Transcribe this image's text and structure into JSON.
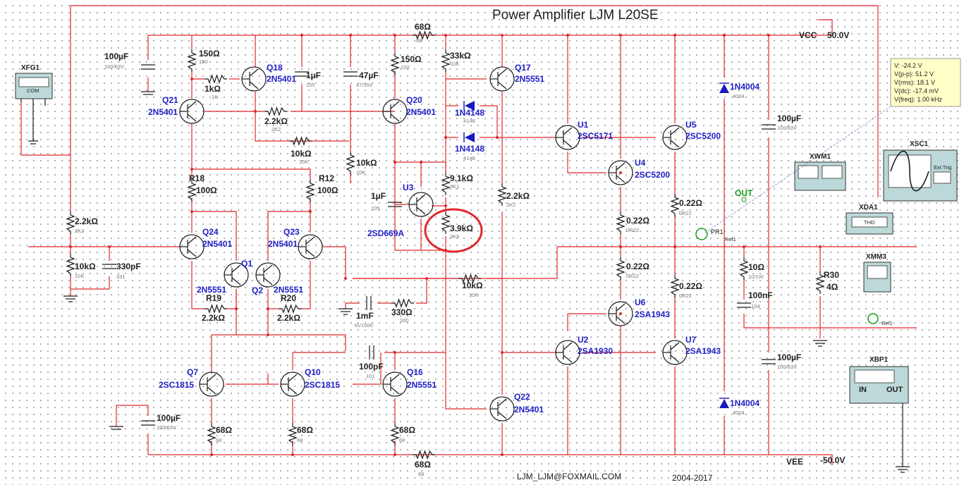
{
  "title": "Power Amplifier LJM L20SE",
  "rails": {
    "vcc_label": "VCC",
    "vcc_value": "50.0V",
    "vee_label": "VEE",
    "vee_value": "-50.0V"
  },
  "footer": {
    "email": "LJM_LJM@FOXMAIL.COM",
    "years": "2004-2017"
  },
  "resistors": [
    {
      "id": "r68top",
      "label": "68Ω",
      "model": "68"
    },
    {
      "id": "r150a",
      "label": "150Ω",
      "model": "150"
    },
    {
      "id": "r1k",
      "label": "1kΩ",
      "model": "1K"
    },
    {
      "id": "r22k_a",
      "label": "2.2kΩ",
      "model": "2K2"
    },
    {
      "id": "r10k_a",
      "label": "10kΩ",
      "model": "10K"
    },
    {
      "id": "r10k_b",
      "label": "10kΩ",
      "model": "10K"
    },
    {
      "id": "r150b",
      "label": "150Ω",
      "model": "150"
    },
    {
      "id": "r33k",
      "label": "33kΩ",
      "model": "33K"
    },
    {
      "id": "r91k",
      "label": "9.1kΩ",
      "model": "9K1"
    },
    {
      "id": "r39k",
      "label": "3.9kΩ",
      "model": "3K9"
    },
    {
      "id": "r22k_b",
      "label": "2.2kΩ",
      "model": "2K2"
    },
    {
      "id": "r18",
      "label": "R18",
      "value": "100Ω"
    },
    {
      "id": "r12",
      "label": "R12",
      "value": "100Ω"
    },
    {
      "id": "r22k_in",
      "label": "2.2kΩ",
      "model": "2K2"
    },
    {
      "id": "r10k_in",
      "label": "10kΩ",
      "model": "10K"
    },
    {
      "id": "r19",
      "label": "R19",
      "value": "2.2kΩ"
    },
    {
      "id": "r20",
      "label": "R20",
      "value": "2.2kΩ"
    },
    {
      "id": "r10k_fb",
      "label": "10kΩ",
      "model": "10K"
    },
    {
      "id": "r330",
      "label": "330Ω",
      "model": "330"
    },
    {
      "id": "r022a",
      "label": "0.22Ω",
      "model": "0R22"
    },
    {
      "id": "r022b",
      "label": "0.22Ω",
      "model": "0R22"
    },
    {
      "id": "r022c",
      "label": "0.22Ω",
      "model": "0R22"
    },
    {
      "id": "r022d",
      "label": "0.22Ω",
      "model": "0R22"
    },
    {
      "id": "r68a",
      "label": "68Ω",
      "model": "68"
    },
    {
      "id": "r68b",
      "label": "68Ω",
      "model": "68"
    },
    {
      "id": "r68c",
      "label": "68Ω",
      "model": "68"
    },
    {
      "id": "r68bot",
      "label": "68Ω",
      "model": "68"
    },
    {
      "id": "r10z",
      "label": "10Ω",
      "model": "10/1W"
    },
    {
      "id": "r30",
      "label": "R30",
      "value": "4Ω"
    }
  ],
  "capacitors": [
    {
      "id": "c100a",
      "label": "100µF",
      "model": "100/63V"
    },
    {
      "id": "c1u",
      "label": "1µF",
      "model": "105"
    },
    {
      "id": "c47u",
      "label": "47µF",
      "model": "47/35V"
    },
    {
      "id": "c1u_b",
      "label": "1µF",
      "model": "105"
    },
    {
      "id": "c330p",
      "label": "330pF",
      "model": "331"
    },
    {
      "id": "c1m",
      "label": "1mF",
      "model": "6V1000"
    },
    {
      "id": "c100p",
      "label": "100pF",
      "model": "101"
    },
    {
      "id": "c100b",
      "label": "100µF",
      "model": "100/63V"
    },
    {
      "id": "c100c",
      "label": "100µF",
      "model": "100/63V"
    },
    {
      "id": "c100d",
      "label": "100µF",
      "model": "100/63V"
    },
    {
      "id": "c100n",
      "label": "100nF",
      "model": "104"
    }
  ],
  "transistors": [
    {
      "id": "q21",
      "ref": "Q21",
      "part": "2N5401"
    },
    {
      "id": "q18",
      "ref": "Q18",
      "part": "2N5401"
    },
    {
      "id": "q20",
      "ref": "Q20",
      "part": "2N5401"
    },
    {
      "id": "q17",
      "ref": "Q17",
      "part": "2N5551"
    },
    {
      "id": "u3",
      "ref": "U3",
      "part": "2SD669A"
    },
    {
      "id": "q24",
      "ref": "Q24",
      "part": "2N5401"
    },
    {
      "id": "q23",
      "ref": "Q23",
      "part": "2N5401"
    },
    {
      "id": "q1",
      "ref": "Q1",
      "part": "2N5551"
    },
    {
      "id": "q2",
      "ref": "Q2",
      "part": "2N5551"
    },
    {
      "id": "q7",
      "ref": "Q7",
      "part": "2SC1815"
    },
    {
      "id": "q10",
      "ref": "Q10",
      "part": "2SC1815"
    },
    {
      "id": "q16",
      "ref": "Q16",
      "part": "2N5551"
    },
    {
      "id": "q22",
      "ref": "Q22",
      "part": "2N5401"
    },
    {
      "id": "u1",
      "ref": "U1",
      "part": "2SC5171"
    },
    {
      "id": "u5",
      "ref": "U5",
      "part": "2SC5200"
    },
    {
      "id": "u4",
      "ref": "U4",
      "part": "2SC5200"
    },
    {
      "id": "u6",
      "ref": "U6",
      "part": "2SA1943"
    },
    {
      "id": "u2",
      "ref": "U2",
      "part": "2SA1930"
    },
    {
      "id": "u7",
      "ref": "U7",
      "part": "2SA1943"
    }
  ],
  "diodes": [
    {
      "id": "d1",
      "label": "1N4148",
      "model": "4148"
    },
    {
      "id": "d2",
      "label": "1N4148",
      "model": "4148"
    },
    {
      "id": "d3",
      "label": "1N4004",
      "model": "4004"
    },
    {
      "id": "d4",
      "label": "1N4004",
      "model": "4004"
    }
  ],
  "instruments": {
    "xfg1": "XFG1",
    "xfg1_com": "COM",
    "xwm1": "XWM1",
    "xsc1": "XSC1",
    "xsc1_ext": "Ext Trig",
    "xda1": "XDA1",
    "xda1_thd": "THD",
    "xmm3": "XMM3",
    "xbp1": "XBP1",
    "xbp1_in": "IN",
    "xbp1_out": "OUT",
    "out_label": "OUT",
    "probe": "PR1",
    "ref1": "Ref1",
    "ref1b": "Ref1"
  },
  "probe_readout": {
    "v": "V: -24.2 V",
    "vpp": "V(p-p): 51.2 V",
    "vrms": "V(rms): 18.1 V",
    "vdc": "V(dc): -17.4 mV",
    "vfreq": "V(freq): 1.00 kHz"
  },
  "colors": {
    "wire": "#e0282c",
    "text_ref": "#2020c8",
    "highlight": "#e0282c",
    "probe": "#1a9a1a"
  }
}
